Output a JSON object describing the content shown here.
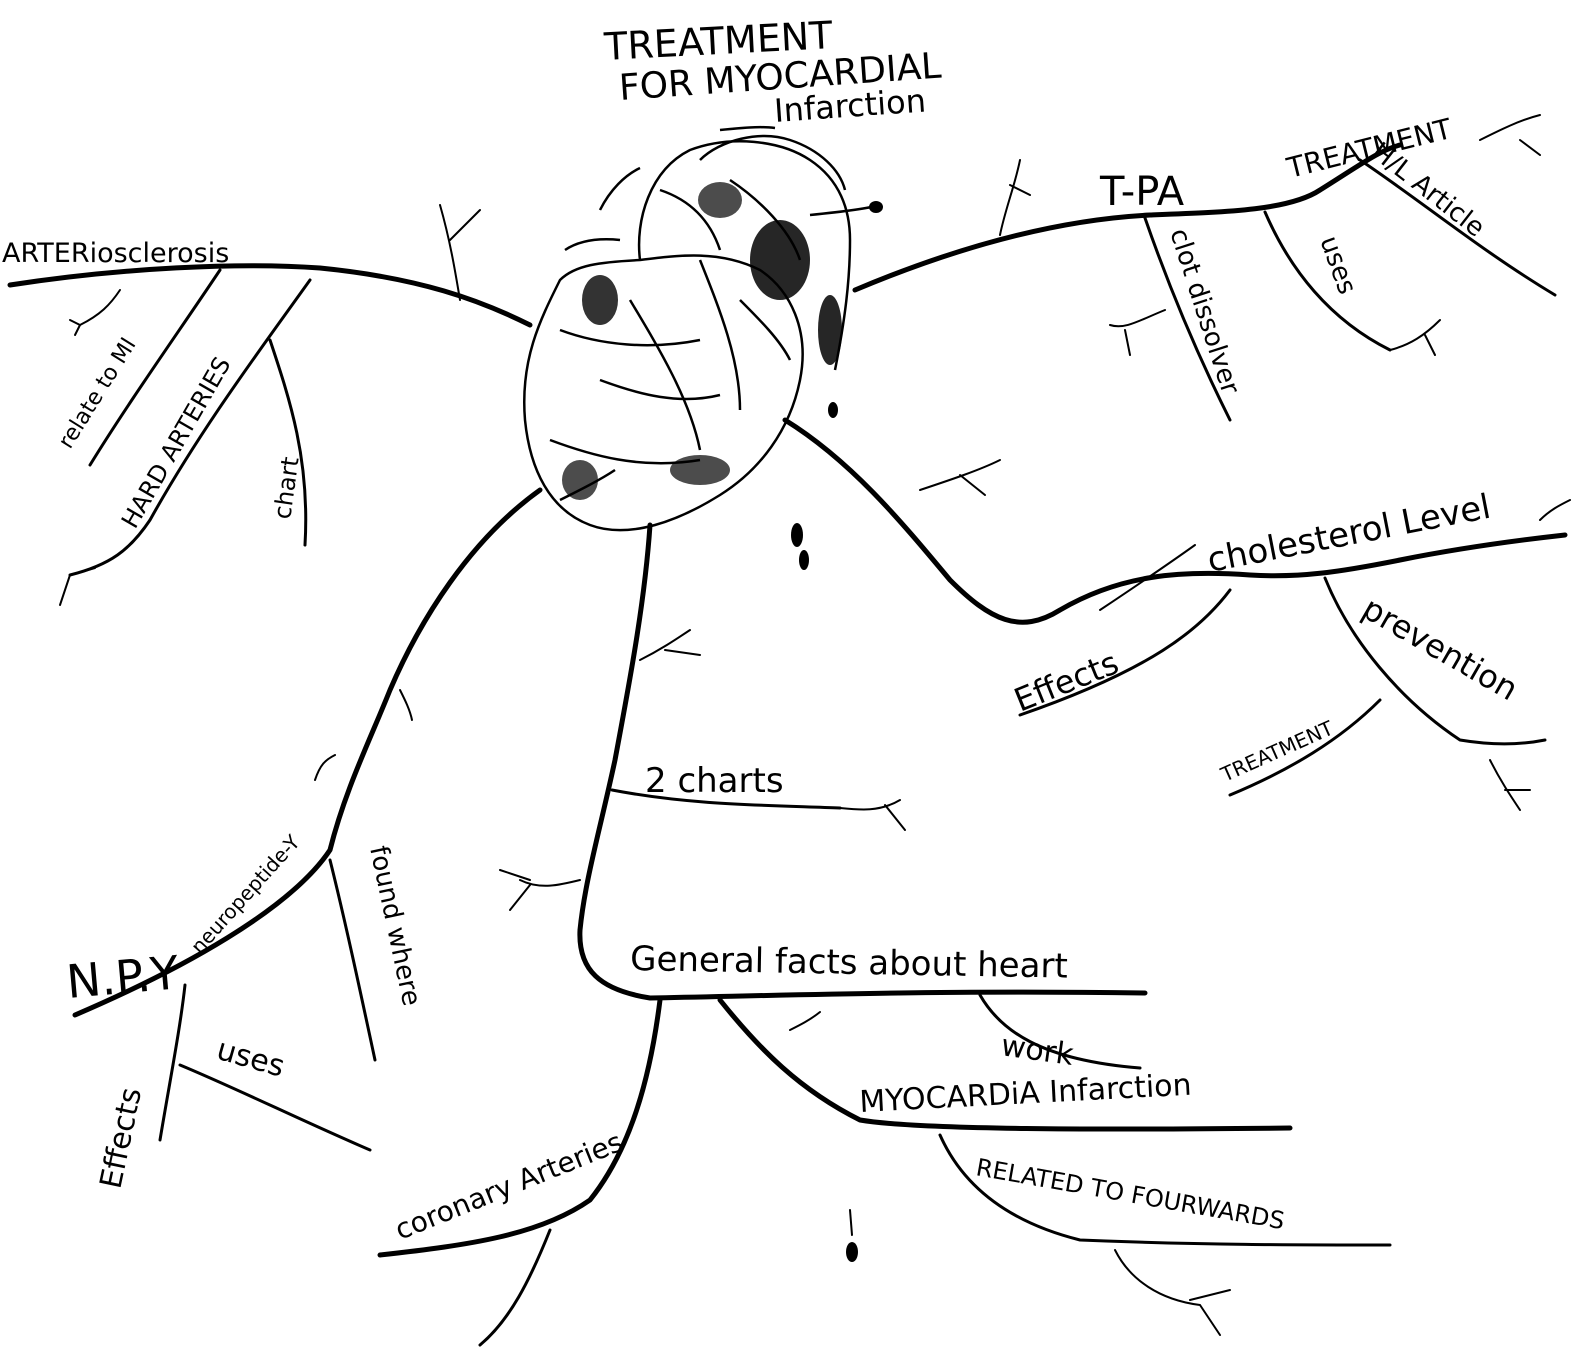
{
  "diagram": {
    "central_topic": {
      "line1": "TREATMENT",
      "line2": "FOR MYOCARDIAL",
      "line3": "Infarction"
    },
    "branches": {
      "arteriosclerosis": "ARTERiosclerosis",
      "relate_to_mi": "relate to MI",
      "hard_arteries": "HARD ARTERIES",
      "chart": "chart",
      "tpa": "T-PA",
      "clot_dissolver": "clot dissolver",
      "treatment_right": "TREATMENT",
      "hl_article": "H/L Article",
      "uses_right": "uses",
      "cholesterol_level": "cholesterol Level",
      "effects_right": "Effects",
      "prevention": "prevention",
      "treatment_lower": "TREATMENT",
      "npy": "N.P.Y",
      "neuropeptide": "neuropeptide-Y",
      "found_where": "found where",
      "effects_left": "Effects",
      "uses_left": "uses",
      "two_charts": "2 charts",
      "general_facts": "General facts about heart",
      "work": "work",
      "myocardial_infarction": "MYOCARDiA Infarction",
      "related_to_forewards": "RELATED TO FOURWARDS",
      "coronary_arteries": "coronary Arteries"
    }
  }
}
